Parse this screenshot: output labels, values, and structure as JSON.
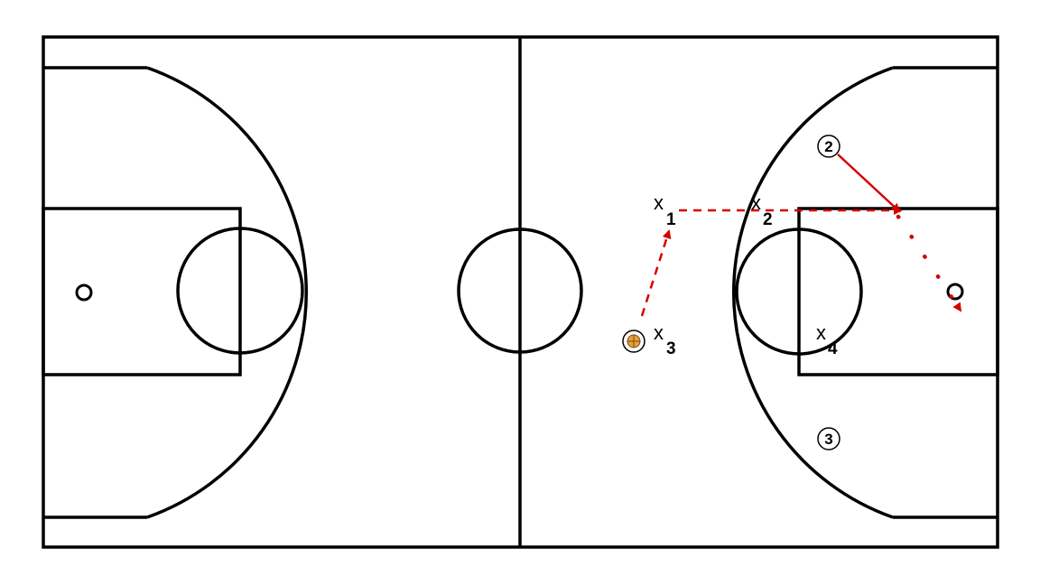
{
  "defenders": [
    {
      "mark": "x",
      "number": "1"
    },
    {
      "mark": "x",
      "number": "2"
    },
    {
      "mark": "x",
      "number": "3"
    },
    {
      "mark": "x",
      "number": "4"
    }
  ],
  "attackers": [
    {
      "number": "2"
    },
    {
      "number": "3"
    }
  ],
  "colors": {
    "court_lines": "#000000",
    "movement": "#d40000",
    "ball": "#e8a03c"
  },
  "icons": {
    "ball": "basketball-icon",
    "hoop": "hoop-icon"
  }
}
